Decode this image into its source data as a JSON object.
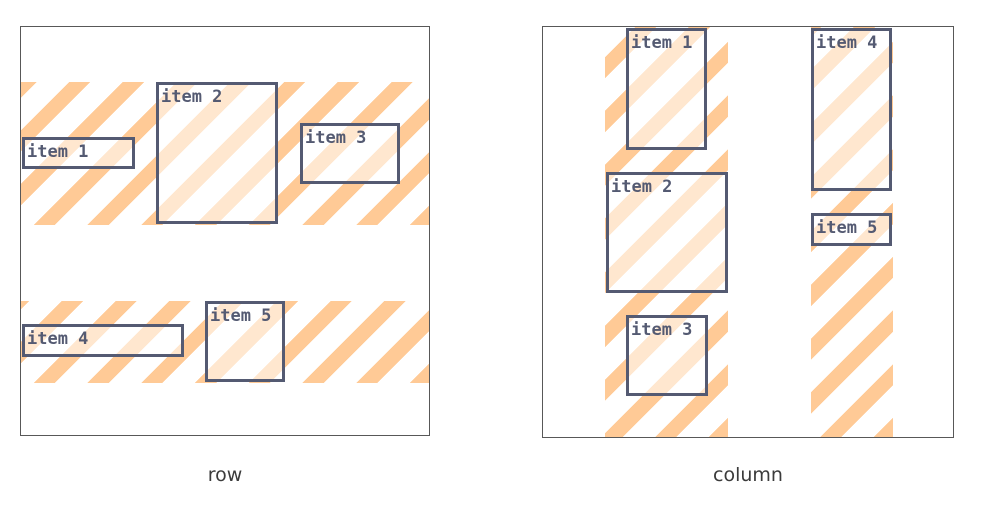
{
  "row_panel": {
    "caption": "row",
    "items": [
      "item 1",
      "item 2",
      "item 3",
      "item 4",
      "item 5"
    ]
  },
  "column_panel": {
    "caption": "column",
    "items": [
      "item 1",
      "item 2",
      "item 3",
      "item 4",
      "item 5"
    ]
  },
  "colors": {
    "stripe": "#ffca96",
    "item_border": "#545a72",
    "panel_border": "#585858"
  }
}
